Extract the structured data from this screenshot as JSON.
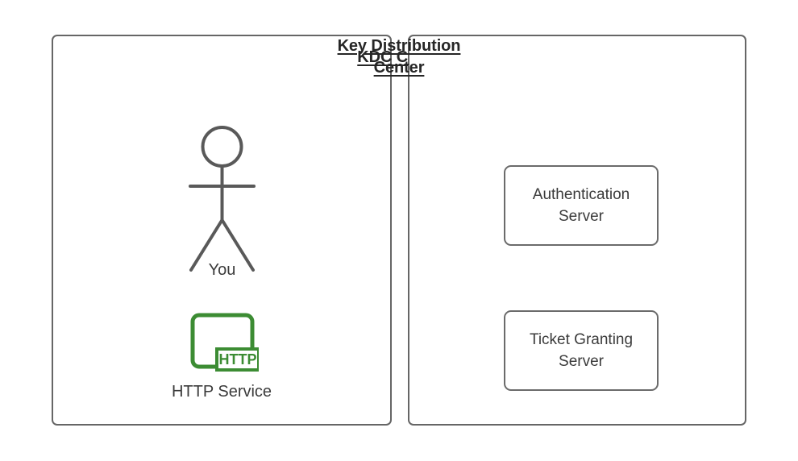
{
  "diagram": {
    "type": "kerberos-architecture-diagram",
    "background_color": "#ffffff",
    "panel_border_color": "#666666",
    "text_color": "#3b3b3b",
    "title_color": "#262626",
    "accent_green": "#3c8c33"
  },
  "panels": [
    {
      "id": "kdc-client",
      "title": "KDC Client",
      "nodes": [
        {
          "id": "you",
          "label": "You",
          "icon": "stick-figure-actor-icon"
        },
        {
          "id": "http-service",
          "label": "HTTP Service",
          "icon": "http-service-icon",
          "badge": "HTTP"
        }
      ]
    },
    {
      "id": "key-distribution-center",
      "title_line_1": "Key Distribution",
      "title_line_2": "Center",
      "boxes": [
        {
          "id": "authentication-server",
          "line_1": "Authentication",
          "line_2": "Server"
        },
        {
          "id": "ticket-granting-server",
          "line_1": "Ticket Granting",
          "line_2": "Server"
        }
      ]
    }
  ]
}
